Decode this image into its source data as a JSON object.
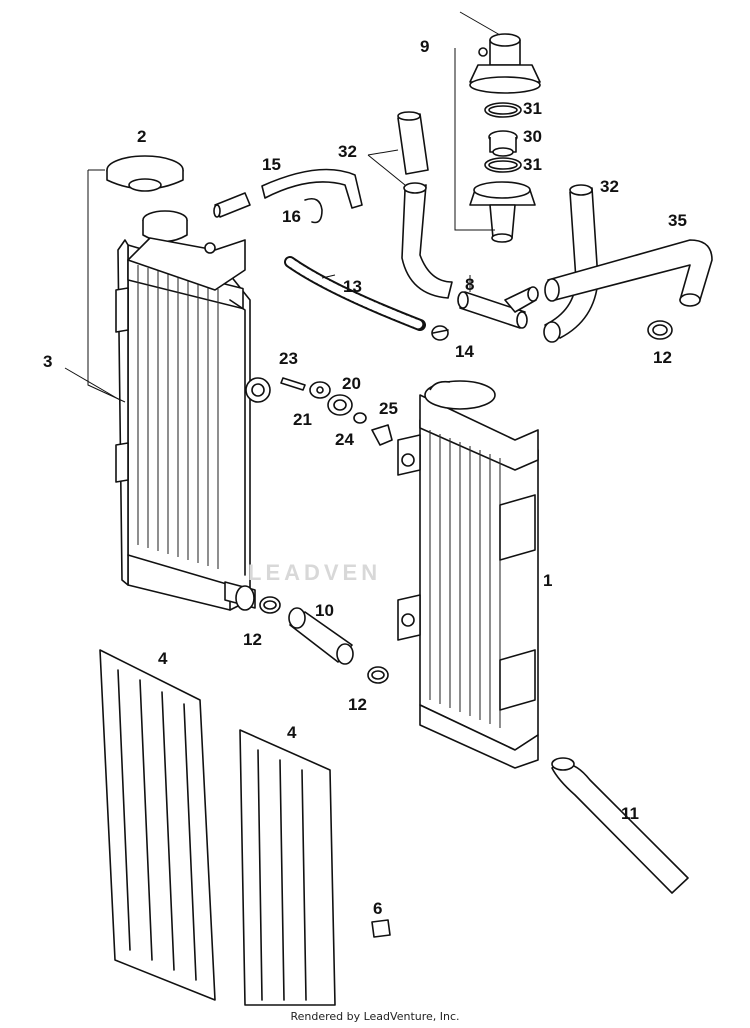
{
  "diagram": {
    "callouts": [
      {
        "id": "c2",
        "label": "2"
      },
      {
        "id": "c3",
        "label": "3"
      },
      {
        "id": "c15",
        "label": "15"
      },
      {
        "id": "c16",
        "label": "16"
      },
      {
        "id": "c13",
        "label": "13"
      },
      {
        "id": "c9",
        "label": "9"
      },
      {
        "id": "c31a",
        "label": "31"
      },
      {
        "id": "c30",
        "label": "30"
      },
      {
        "id": "c31b",
        "label": "31"
      },
      {
        "id": "c32a",
        "label": "32"
      },
      {
        "id": "c32b",
        "label": "32"
      },
      {
        "id": "c35",
        "label": "35"
      },
      {
        "id": "c8",
        "label": "8"
      },
      {
        "id": "c14",
        "label": "14"
      },
      {
        "id": "c12a",
        "label": "12"
      },
      {
        "id": "c23",
        "label": "23"
      },
      {
        "id": "c20",
        "label": "20"
      },
      {
        "id": "c21",
        "label": "21"
      },
      {
        "id": "c25",
        "label": "25"
      },
      {
        "id": "c24",
        "label": "24"
      },
      {
        "id": "c1",
        "label": "1"
      },
      {
        "id": "c10",
        "label": "10"
      },
      {
        "id": "c12b",
        "label": "12"
      },
      {
        "id": "c12c",
        "label": "12"
      },
      {
        "id": "c4a",
        "label": "4"
      },
      {
        "id": "c4b",
        "label": "4"
      },
      {
        "id": "c11",
        "label": "11"
      },
      {
        "id": "c6",
        "label": "6"
      }
    ],
    "watermark": "LEADVEN",
    "footer": "Rendered by LeadVenture, Inc."
  }
}
